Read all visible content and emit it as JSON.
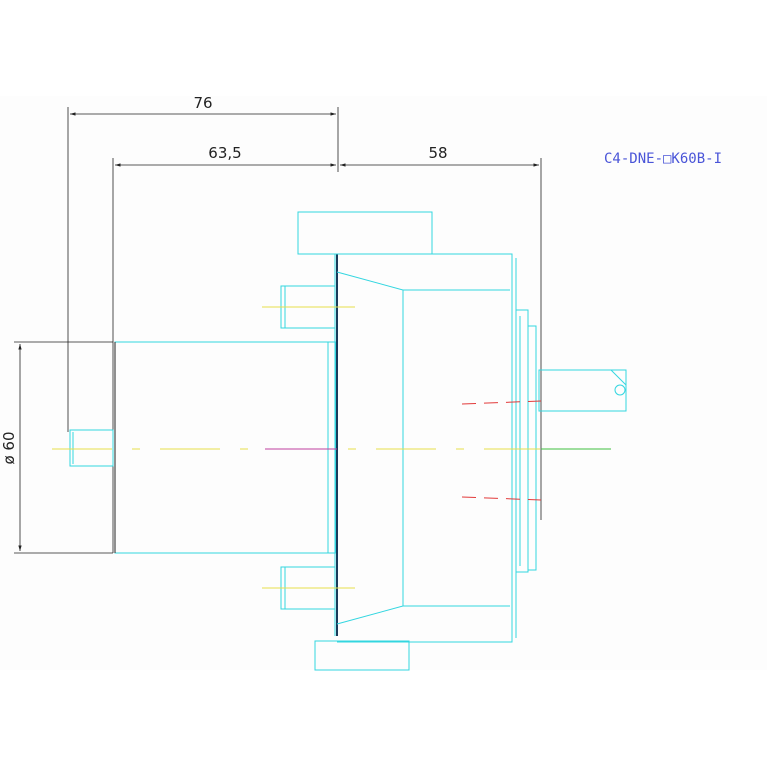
{
  "dimensions": {
    "d76": "76",
    "d63_5": "63,5",
    "d58": "58",
    "dia60": "ø 60"
  },
  "model_label": "C4-DNE-□K60B-I",
  "colors": {
    "outline": "#33d6e0",
    "dimension": "#222222",
    "centerline": "#e6e04a",
    "red_centerline": "#e23a3a",
    "green_axis": "#3fbf3f",
    "magenta_axis": "#c040a0",
    "label": "#4a55d8"
  }
}
